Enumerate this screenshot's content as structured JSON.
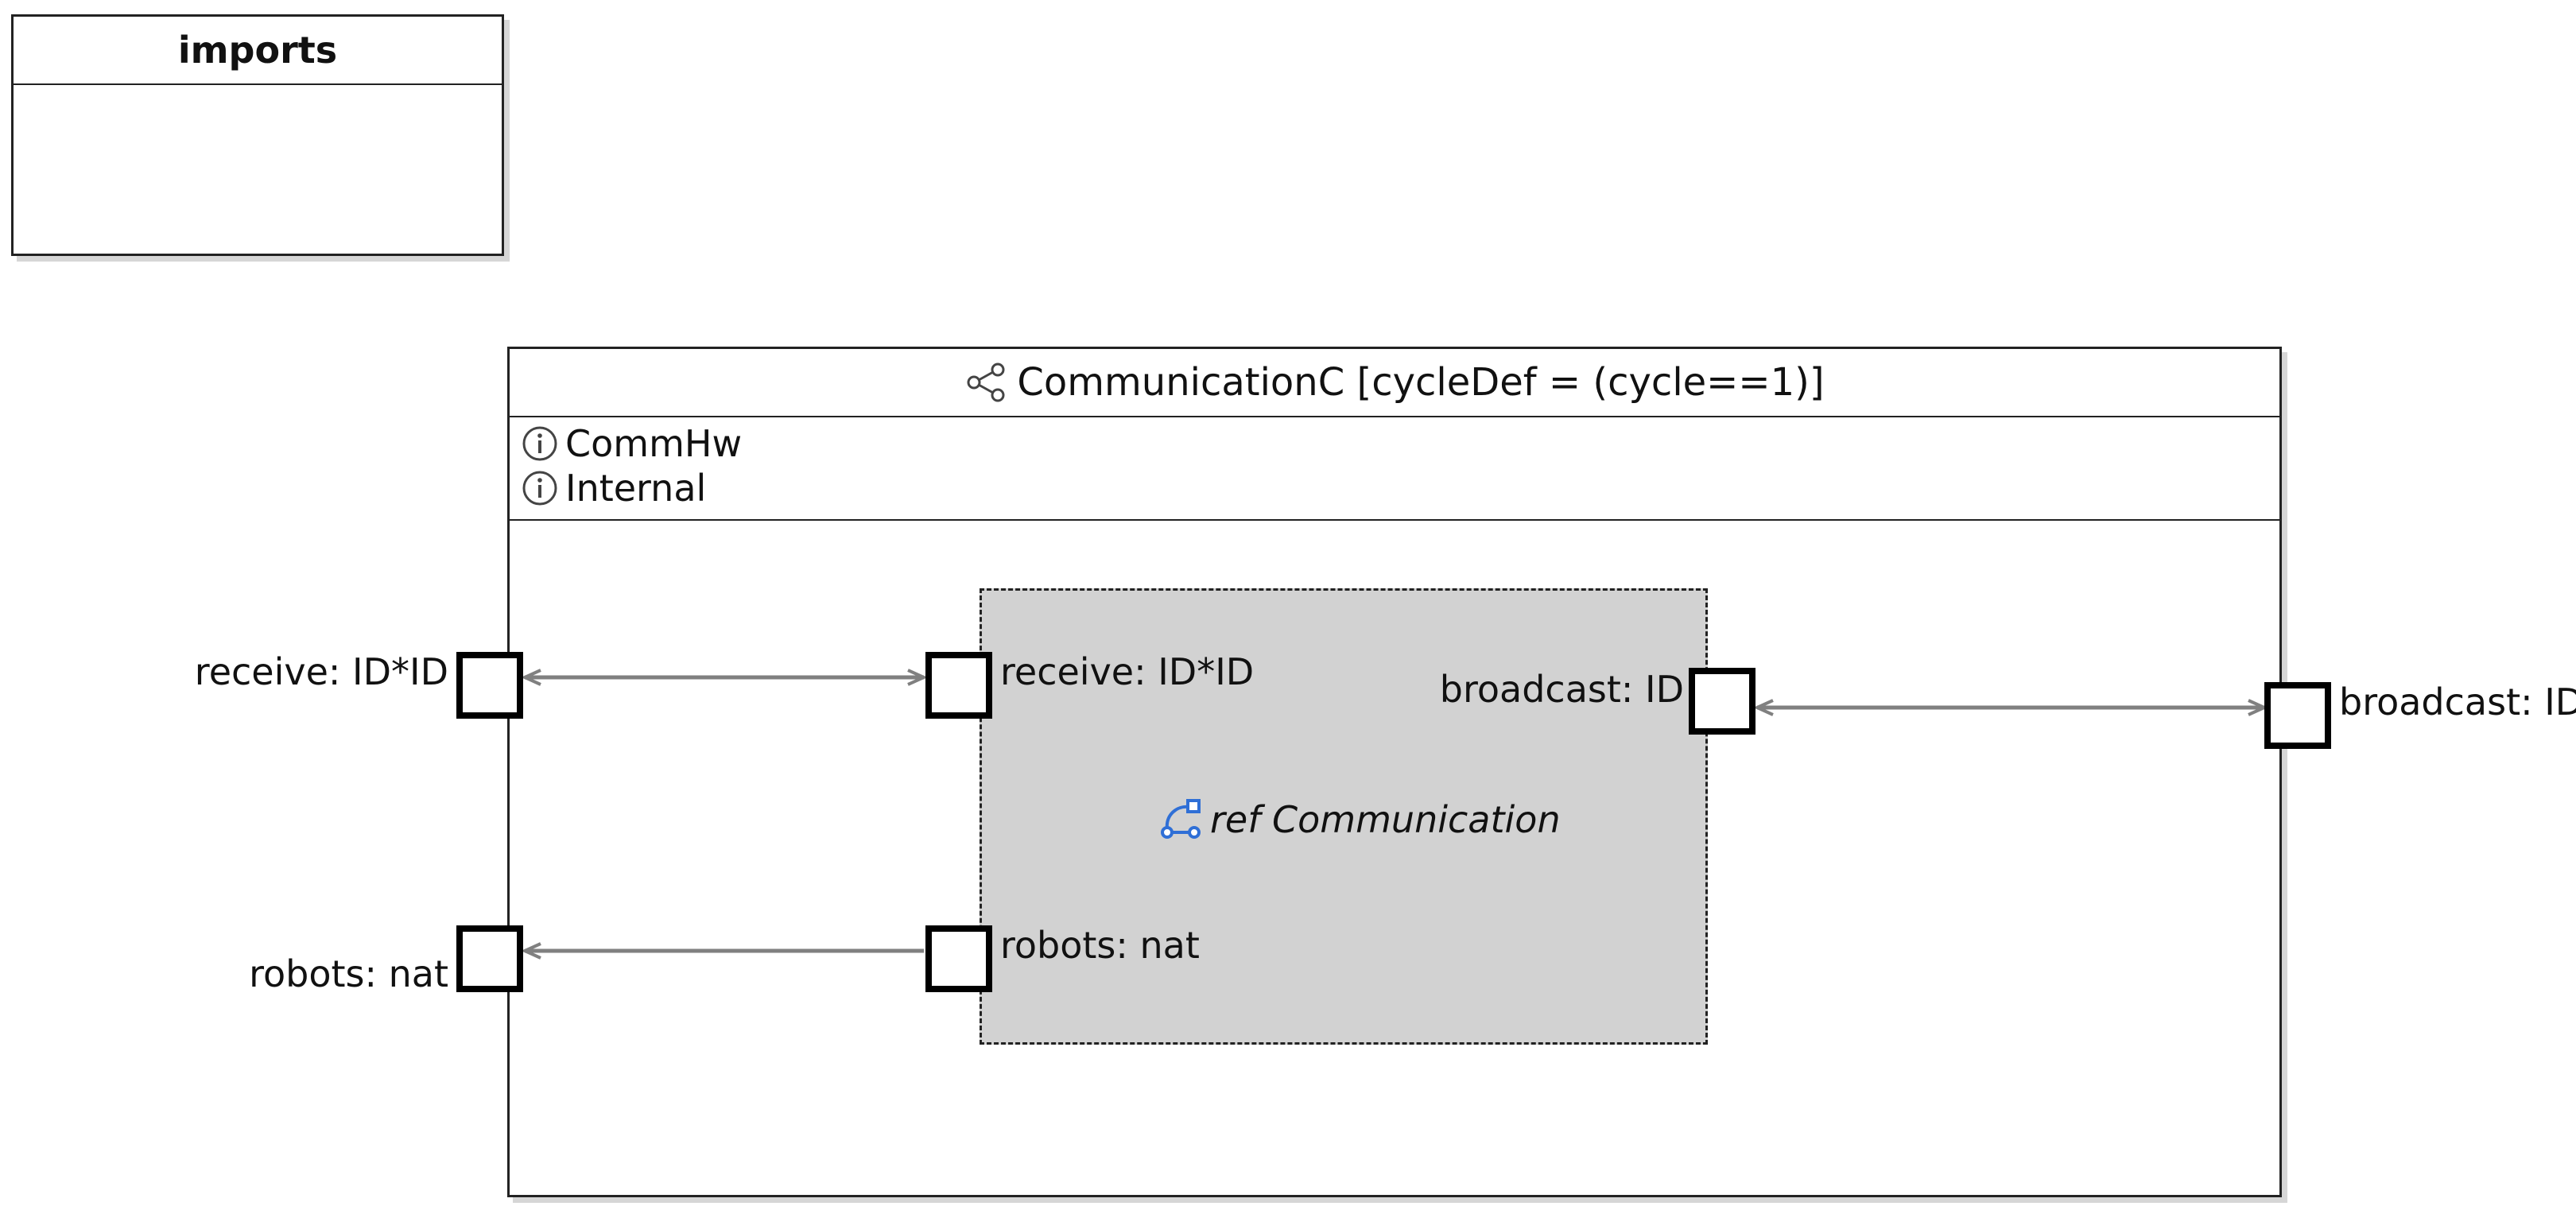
{
  "imports": {
    "title": "imports"
  },
  "controller": {
    "title": "CommunicationC [cycleDef = (cycle==1)]",
    "title_icon": "share-node-icon",
    "interfaces": [
      {
        "label": "CommHw",
        "icon": "info-icon"
      },
      {
        "label": "Internal",
        "icon": "info-icon"
      }
    ],
    "ports": {
      "receive": "receive: ID*ID",
      "robots": "robots: nat",
      "broadcast": "broadcast: ID"
    }
  },
  "ref_block": {
    "title": "ref Communication",
    "icon": "state-machine-ref-icon",
    "fill": "#d2d2d2",
    "ports": {
      "receive": "receive: ID*ID",
      "robots": "robots: nat",
      "broadcast": "broadcast: ID"
    }
  },
  "colors": {
    "connector": "#808080",
    "port_border": "#000000",
    "icon_blue": "#2f6fd6"
  }
}
